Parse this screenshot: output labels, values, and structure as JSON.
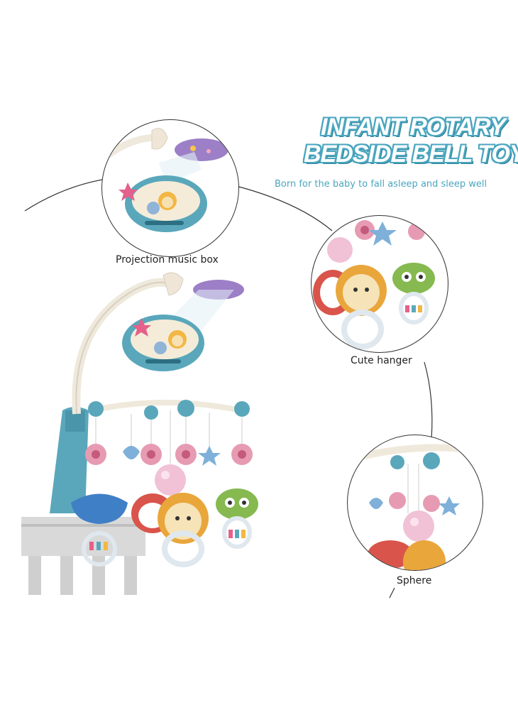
{
  "headline": {
    "line1": "INFANT ROTARY",
    "line2": "BEDSIDE BELL TOYS",
    "subtitle": "Born for the baby to fall asleep and sleep well"
  },
  "callouts": {
    "projection": "Projection music box",
    "hanger": "Cute hanger",
    "sphere": "Sphere"
  },
  "colors": {
    "accent": "#4aa6bf",
    "toy_teal": "#5aa7bb",
    "toy_pink": "#e79bb3",
    "toy_cream": "#f4ecd8"
  }
}
